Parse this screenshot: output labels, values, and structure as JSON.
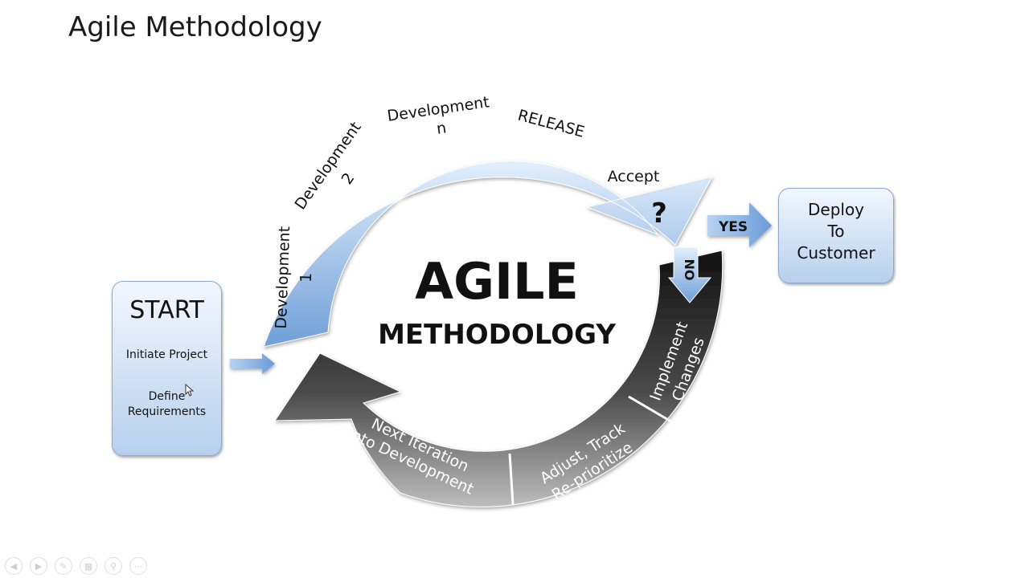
{
  "slide": {
    "title": "Agile Methodology"
  },
  "center": {
    "line1": "AGILE",
    "line2": "METHODOLOGY"
  },
  "start_box": {
    "title": "START",
    "item1": "Initiate Project",
    "item2_line1": "Define",
    "item2_line2": "Requirements"
  },
  "deploy_box": {
    "line1": "Deploy",
    "line2": "To",
    "line3": "Customer"
  },
  "cycle": {
    "dev1": [
      "Development",
      "1"
    ],
    "dev2": [
      "Development",
      "2"
    ],
    "devn": [
      "Development",
      "n"
    ],
    "release": "RELEASE",
    "accept": "Accept",
    "question": "?",
    "yes": "YES",
    "no": "NO",
    "implement": [
      "Implement",
      "Changes"
    ],
    "adjust": [
      "Adjust, Track",
      "Re-prioritize"
    ],
    "next": [
      "Next Iteration",
      "Into Development"
    ]
  },
  "colors": {
    "blue_light": "#dcebfb",
    "blue_dark": "#6f9fd8",
    "dark": "#2a2a2a",
    "gray": "#9a9a9a"
  },
  "toolbar": {
    "icons": [
      "prev-icon",
      "next-icon",
      "pen-icon",
      "slides-icon",
      "zoom-icon",
      "more-icon"
    ]
  }
}
